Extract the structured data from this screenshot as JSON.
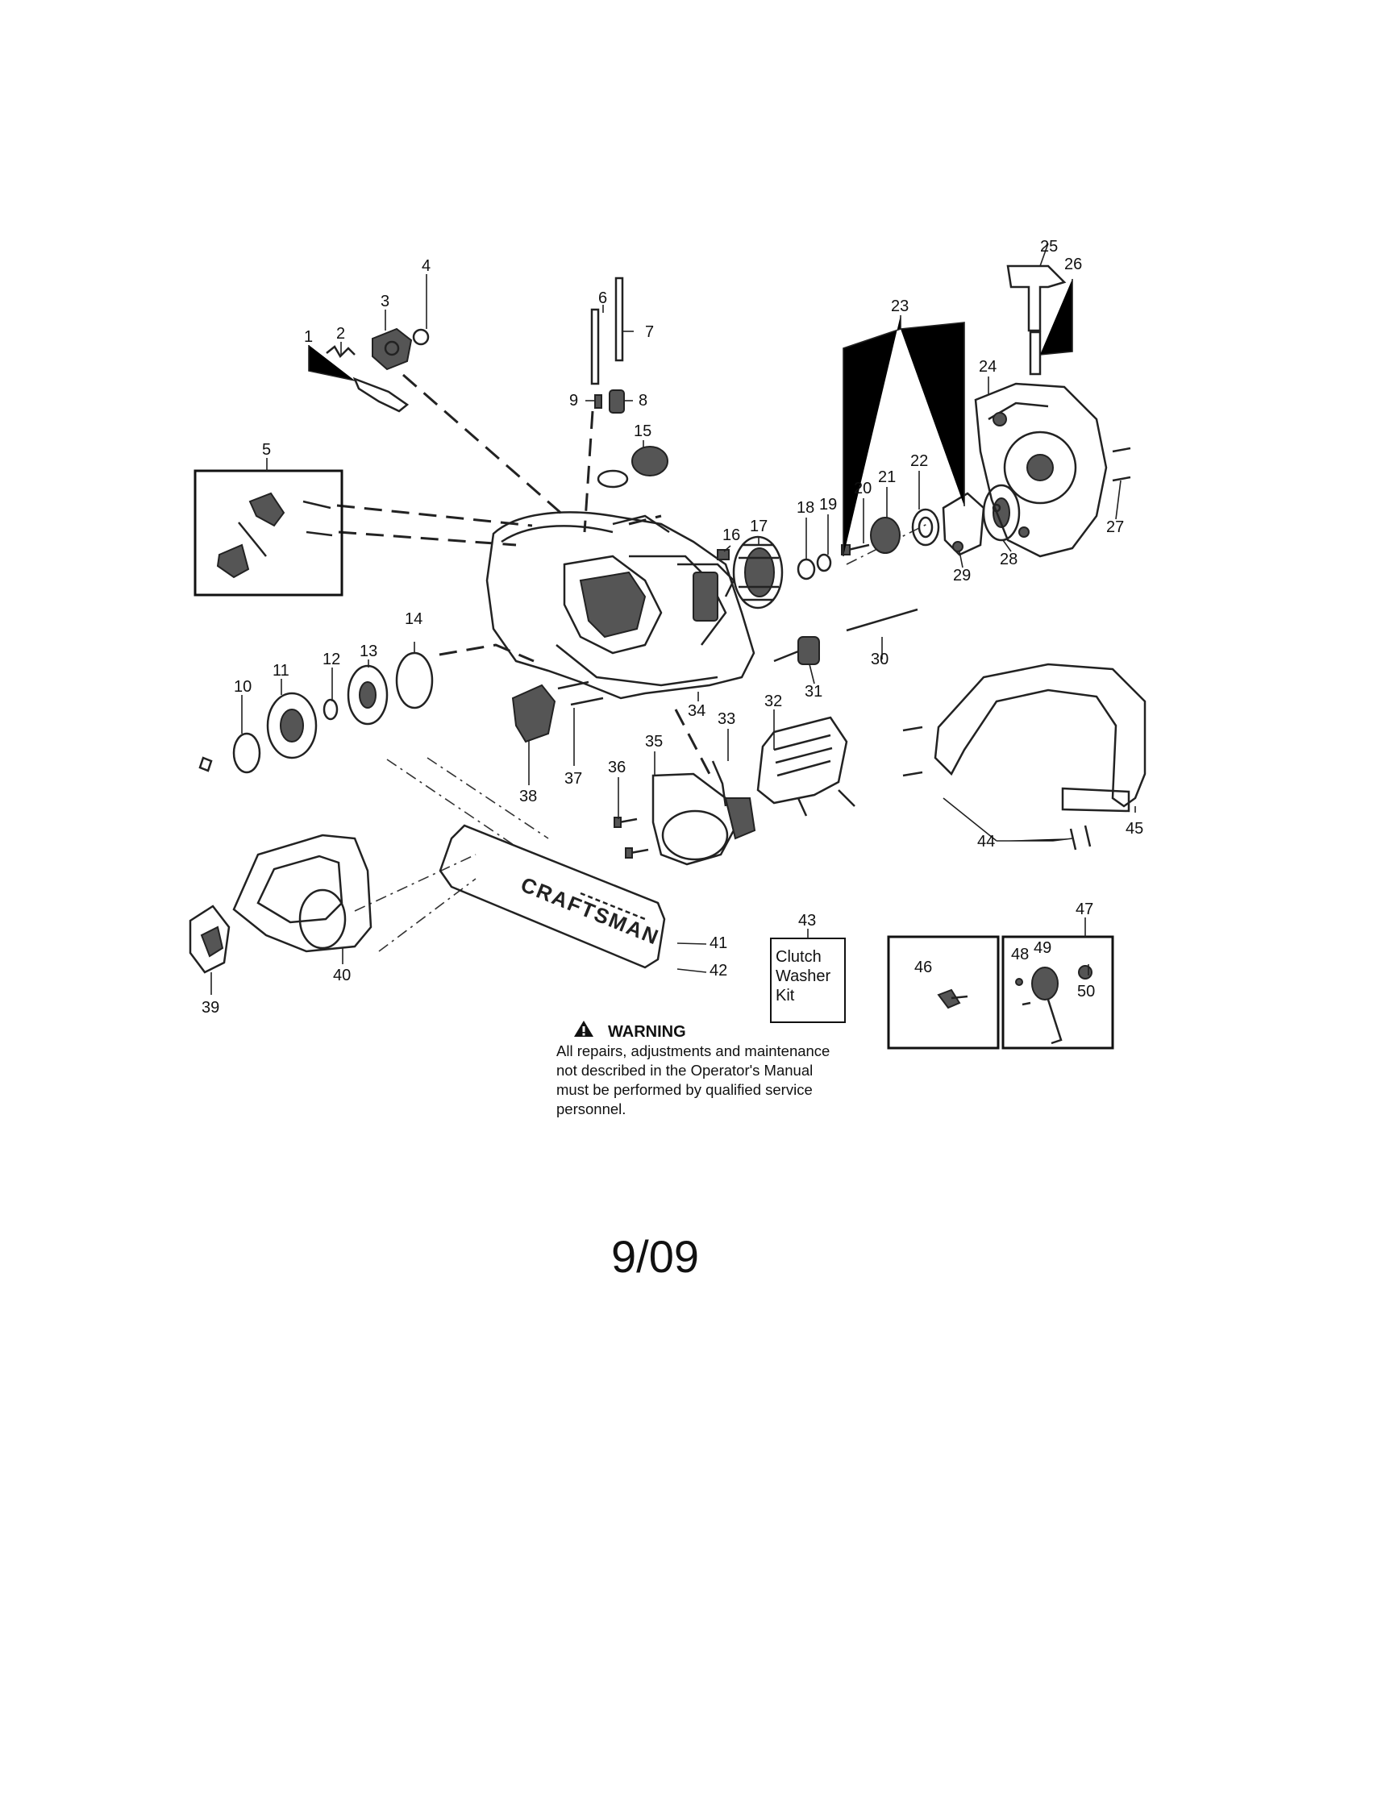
{
  "callouts": [
    {
      "id": "1",
      "text": "1"
    },
    {
      "id": "2",
      "text": "2"
    },
    {
      "id": "3",
      "text": "3"
    },
    {
      "id": "4",
      "text": "4"
    },
    {
      "id": "5",
      "text": "5"
    },
    {
      "id": "6",
      "text": "6"
    },
    {
      "id": "7",
      "text": "7"
    },
    {
      "id": "8",
      "text": "8"
    },
    {
      "id": "9",
      "text": "9"
    },
    {
      "id": "10",
      "text": "10"
    },
    {
      "id": "11",
      "text": "11"
    },
    {
      "id": "12",
      "text": "12"
    },
    {
      "id": "13",
      "text": "13"
    },
    {
      "id": "14",
      "text": "14"
    },
    {
      "id": "15",
      "text": "15"
    },
    {
      "id": "16",
      "text": "16"
    },
    {
      "id": "17",
      "text": "17"
    },
    {
      "id": "18",
      "text": "18"
    },
    {
      "id": "19",
      "text": "19"
    },
    {
      "id": "20",
      "text": "20"
    },
    {
      "id": "21",
      "text": "21"
    },
    {
      "id": "22",
      "text": "22"
    },
    {
      "id": "23",
      "text": "23"
    },
    {
      "id": "24",
      "text": "24"
    },
    {
      "id": "25",
      "text": "25"
    },
    {
      "id": "26",
      "text": "26"
    },
    {
      "id": "27",
      "text": "27"
    },
    {
      "id": "28",
      "text": "28"
    },
    {
      "id": "29",
      "text": "29"
    },
    {
      "id": "30",
      "text": "30"
    },
    {
      "id": "31",
      "text": "31"
    },
    {
      "id": "32",
      "text": "32"
    },
    {
      "id": "33",
      "text": "33"
    },
    {
      "id": "34",
      "text": "34"
    },
    {
      "id": "35",
      "text": "35"
    },
    {
      "id": "36",
      "text": "36"
    },
    {
      "id": "37",
      "text": "37"
    },
    {
      "id": "38",
      "text": "38"
    },
    {
      "id": "39",
      "text": "39"
    },
    {
      "id": "40",
      "text": "40"
    },
    {
      "id": "41",
      "text": "41"
    },
    {
      "id": "42",
      "text": "42"
    },
    {
      "id": "43",
      "text": "43"
    },
    {
      "id": "44",
      "text": "44"
    },
    {
      "id": "45",
      "text": "45"
    },
    {
      "id": "46",
      "text": "46"
    },
    {
      "id": "47",
      "text": "47"
    },
    {
      "id": "48",
      "text": "48"
    },
    {
      "id": "49",
      "text": "49"
    },
    {
      "id": "50",
      "text": "50"
    }
  ],
  "kit_label": {
    "line1": "Clutch",
    "line2": "Washer",
    "line3": "Kit"
  },
  "bar_brand": "CRAFTSMAN",
  "warning": {
    "icon": "warning-triangle-icon",
    "title": "WARNING",
    "line1": "All repairs, adjustments and maintenance",
    "line2": "not described in the Operator's Manual",
    "line3": "must be performed by qualified  service",
    "line4": "personnel."
  },
  "footer_code": "9/09"
}
